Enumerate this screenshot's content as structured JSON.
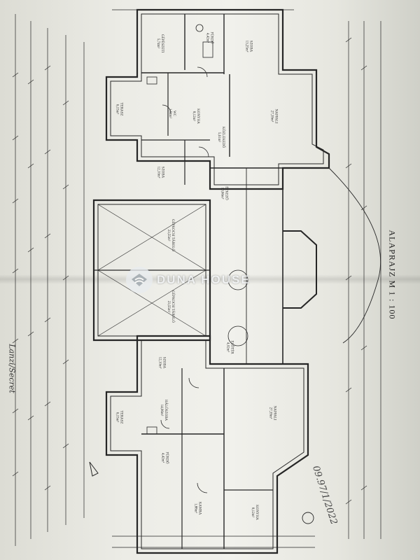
{
  "document": {
    "title": "ALAPRAJZ M 1 : 100",
    "watermark": "DUNA HOUSE",
    "watermark_logo": "duna-house-logo-icon",
    "signature": "Lanzi/Secret",
    "handwritten_note": "09.97/1/2022"
  },
  "rooms": [
    {
      "name": "GÉPÉSZETI",
      "area": "5,74m²"
    },
    {
      "name": "FÜRDŐ",
      "area": "4,42m²"
    },
    {
      "name": "SZOBA",
      "area": "13,25m²"
    },
    {
      "name": "TERASZ",
      "area": "6,15m²"
    },
    {
      "name": "WC",
      "area": "1,54m²"
    },
    {
      "name": "KONYHA",
      "area": "8,12m²"
    },
    {
      "name": "NAPPALI",
      "area": "27,39m²"
    },
    {
      "name": "KÖZLEKEDŐ",
      "area": "5,61m²"
    },
    {
      "name": "SZOBA",
      "area": "12,10m²"
    },
    {
      "name": "ÉTKEZŐ",
      "area": "10,66m²"
    },
    {
      "name": "GÉPKOCSI TÁROLÓ",
      "area": "23,55m²"
    },
    {
      "name": "GÉPKOCSI TÁROLÓ",
      "area": "23,55m²"
    },
    {
      "name": "ELŐTÉR",
      "area": "4,02m²"
    },
    {
      "name": "SZOBA",
      "area": "12,10m²"
    },
    {
      "name": "HÁLÓSZOBA",
      "area": "14,96m²"
    },
    {
      "name": "NAPPALI",
      "area": "27,39m²"
    },
    {
      "name": "TERASZ",
      "area": "6,15m²"
    },
    {
      "name": "FÜRDŐ",
      "area": "4,42m²"
    },
    {
      "name": "KONYHA",
      "area": "8,12m²"
    },
    {
      "name": "KAMRA",
      "area": "1,88m²"
    }
  ]
}
